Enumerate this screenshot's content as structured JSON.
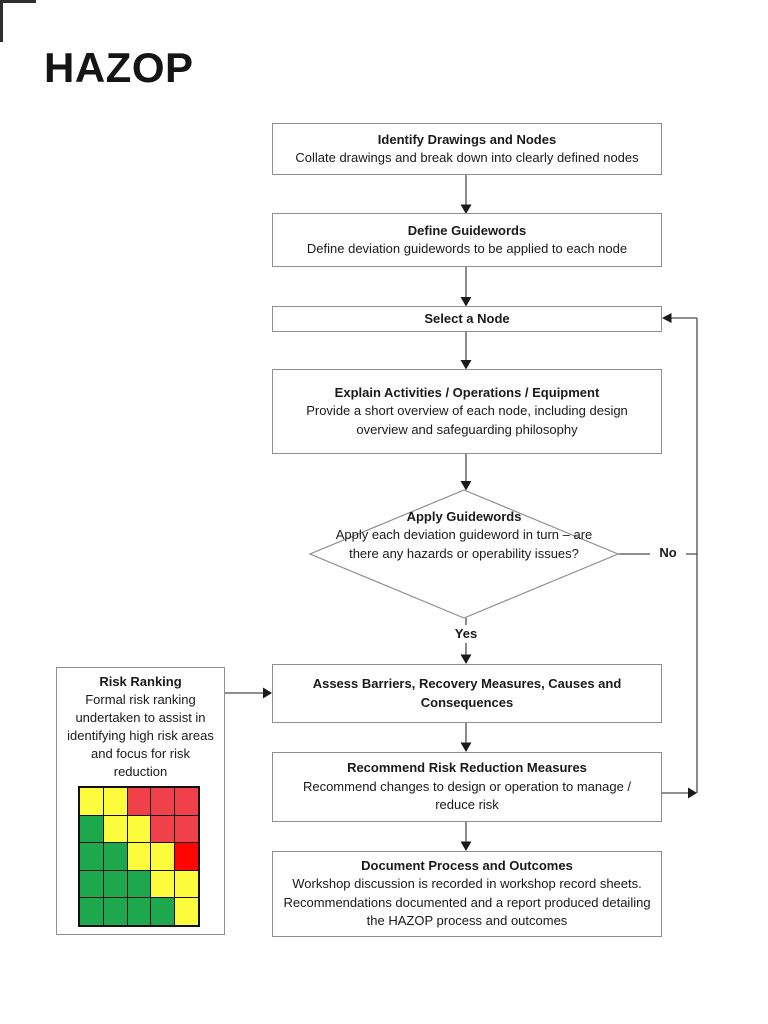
{
  "page": {
    "title": "HAZOP"
  },
  "flow": {
    "identify": {
      "heading": "Identify Drawings and Nodes",
      "body": "Collate drawings and break down into clearly defined nodes"
    },
    "define": {
      "heading": "Define Guidewords",
      "body": "Define deviation guidewords to be applied to each node"
    },
    "select": {
      "heading": "Select a Node"
    },
    "explain": {
      "heading": "Explain Activities / Operations / Equipment",
      "body": "Provide a short overview of each node, including design overview and safeguarding philosophy"
    },
    "decision": {
      "heading": "Apply Guidewords",
      "body": "Apply each deviation guideword in turn – are there any hazards or operability issues?"
    },
    "yes_label": "Yes",
    "no_label": "No",
    "assess": {
      "heading": "Assess Barriers, Recovery Measures, Causes and Consequences"
    },
    "recommend": {
      "heading": "Recommend Risk Reduction Measures",
      "body": "Recommend changes to design or operation to manage / reduce risk"
    },
    "document": {
      "heading": "Document Process and Outcomes",
      "body": "Workshop discussion is recorded in workshop record sheets. Recommendations documented and a report produced detailing the HAZOP process and outcomes"
    }
  },
  "risk_panel": {
    "heading": "Risk Ranking",
    "body": "Formal risk ranking undertaken to assist in identifying high risk areas and focus for risk reduction",
    "matrix": {
      "rows": [
        [
          "yellow",
          "yellow",
          "red",
          "red",
          "red"
        ],
        [
          "green",
          "yellow",
          "yellow",
          "red",
          "red"
        ],
        [
          "green",
          "green",
          "yellow",
          "yellow",
          "bright_red"
        ],
        [
          "green",
          "green",
          "green",
          "yellow",
          "yellow"
        ],
        [
          "green",
          "green",
          "green",
          "green",
          "yellow"
        ]
      ],
      "colors": {
        "yellow": "#FCFC3C",
        "red": "#F0414A",
        "bright_red": "#FF0400",
        "green": "#1EA84D"
      }
    }
  }
}
